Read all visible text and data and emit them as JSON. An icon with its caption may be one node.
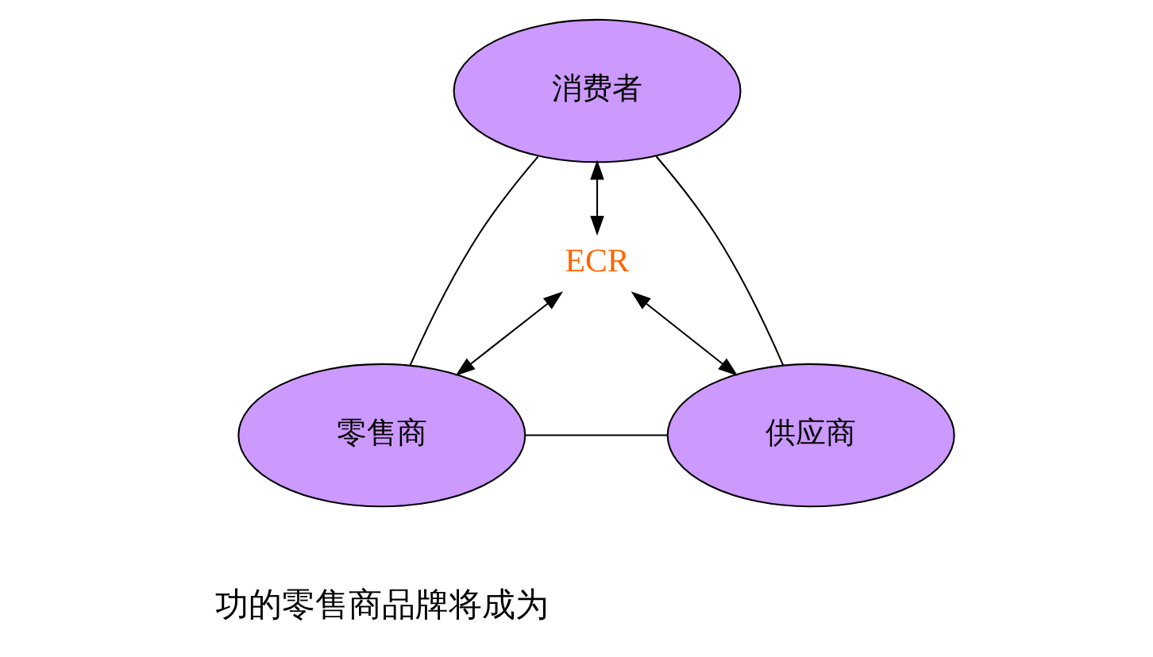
{
  "diagram": {
    "nodes": [
      {
        "text": [
          "消费者"
        ]
      },
      {
        "text": [
          "ECR"
        ]
      },
      {
        "text": [
          "零售商"
        ]
      },
      {
        "text": [
          "供应商"
        ]
      }
    ],
    "edges": [
      {
        "from": 0,
        "to": 2,
        "arrow": "none"
      },
      {
        "from": 0,
        "to": 3,
        "arrow": "none"
      },
      {
        "from": 1,
        "to": 0,
        "arrow": "both"
      },
      {
        "from": 1,
        "to": 2,
        "arrow": "both"
      },
      {
        "from": 1,
        "to": 3,
        "arrow": "both"
      },
      {
        "from": 2,
        "to": 3,
        "arrow": "none"
      }
    ],
    "labels": [
      "功的零售商品牌将成为"
    ]
  }
}
